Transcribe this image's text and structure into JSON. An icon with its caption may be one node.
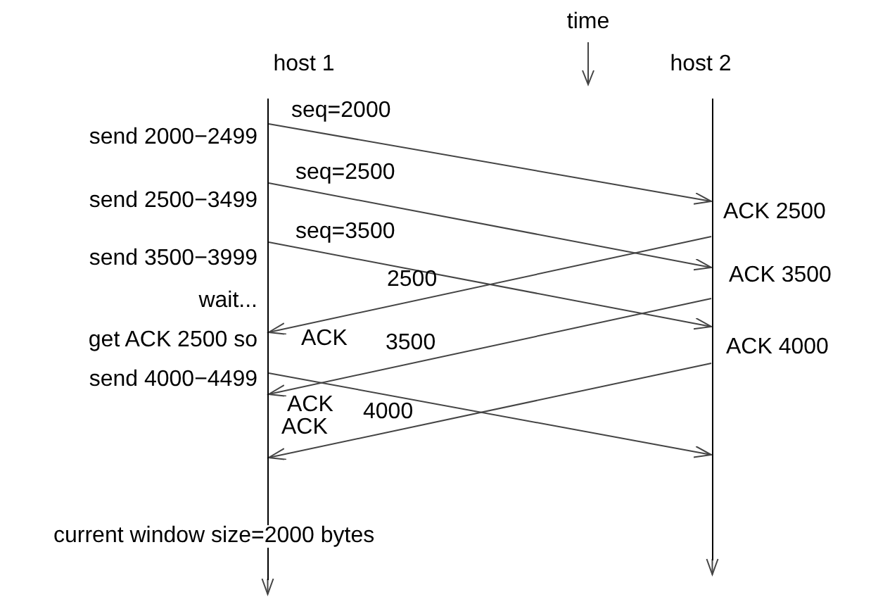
{
  "diagram": {
    "nodes": [
      {
        "text": [
          "host 1"
        ]
      },
      {
        "text": [
          "host 2"
        ]
      }
    ],
    "edges": [
      {
        "from": 0,
        "to": 1,
        "arrow": "to",
        "label": "seq=2000"
      },
      {
        "from": 0,
        "to": 1,
        "arrow": "to",
        "label": "seq=2500"
      },
      {
        "from": 0,
        "to": 1,
        "arrow": "to",
        "label": "seq=3500"
      },
      {
        "from": 1,
        "to": 0,
        "arrow": "to"
      },
      {
        "from": 1,
        "to": 0,
        "arrow": "to"
      },
      {
        "from": 0,
        "to": 1,
        "arrow": "to"
      },
      {
        "from": 1,
        "to": 0,
        "arrow": "to"
      }
    ],
    "labels": [
      "time",
      "send 2000−2499",
      "send 2500−3499",
      "ACK 2500",
      "send 3500−3999",
      "ACK 3500",
      "wait...",
      "2500",
      "ACK",
      "get ACK 2500 so",
      "ACK 4000",
      "3500",
      "ACK",
      "send 4000−4499",
      "4000",
      "ACK",
      "current window size=2000 bytes"
    ]
  }
}
